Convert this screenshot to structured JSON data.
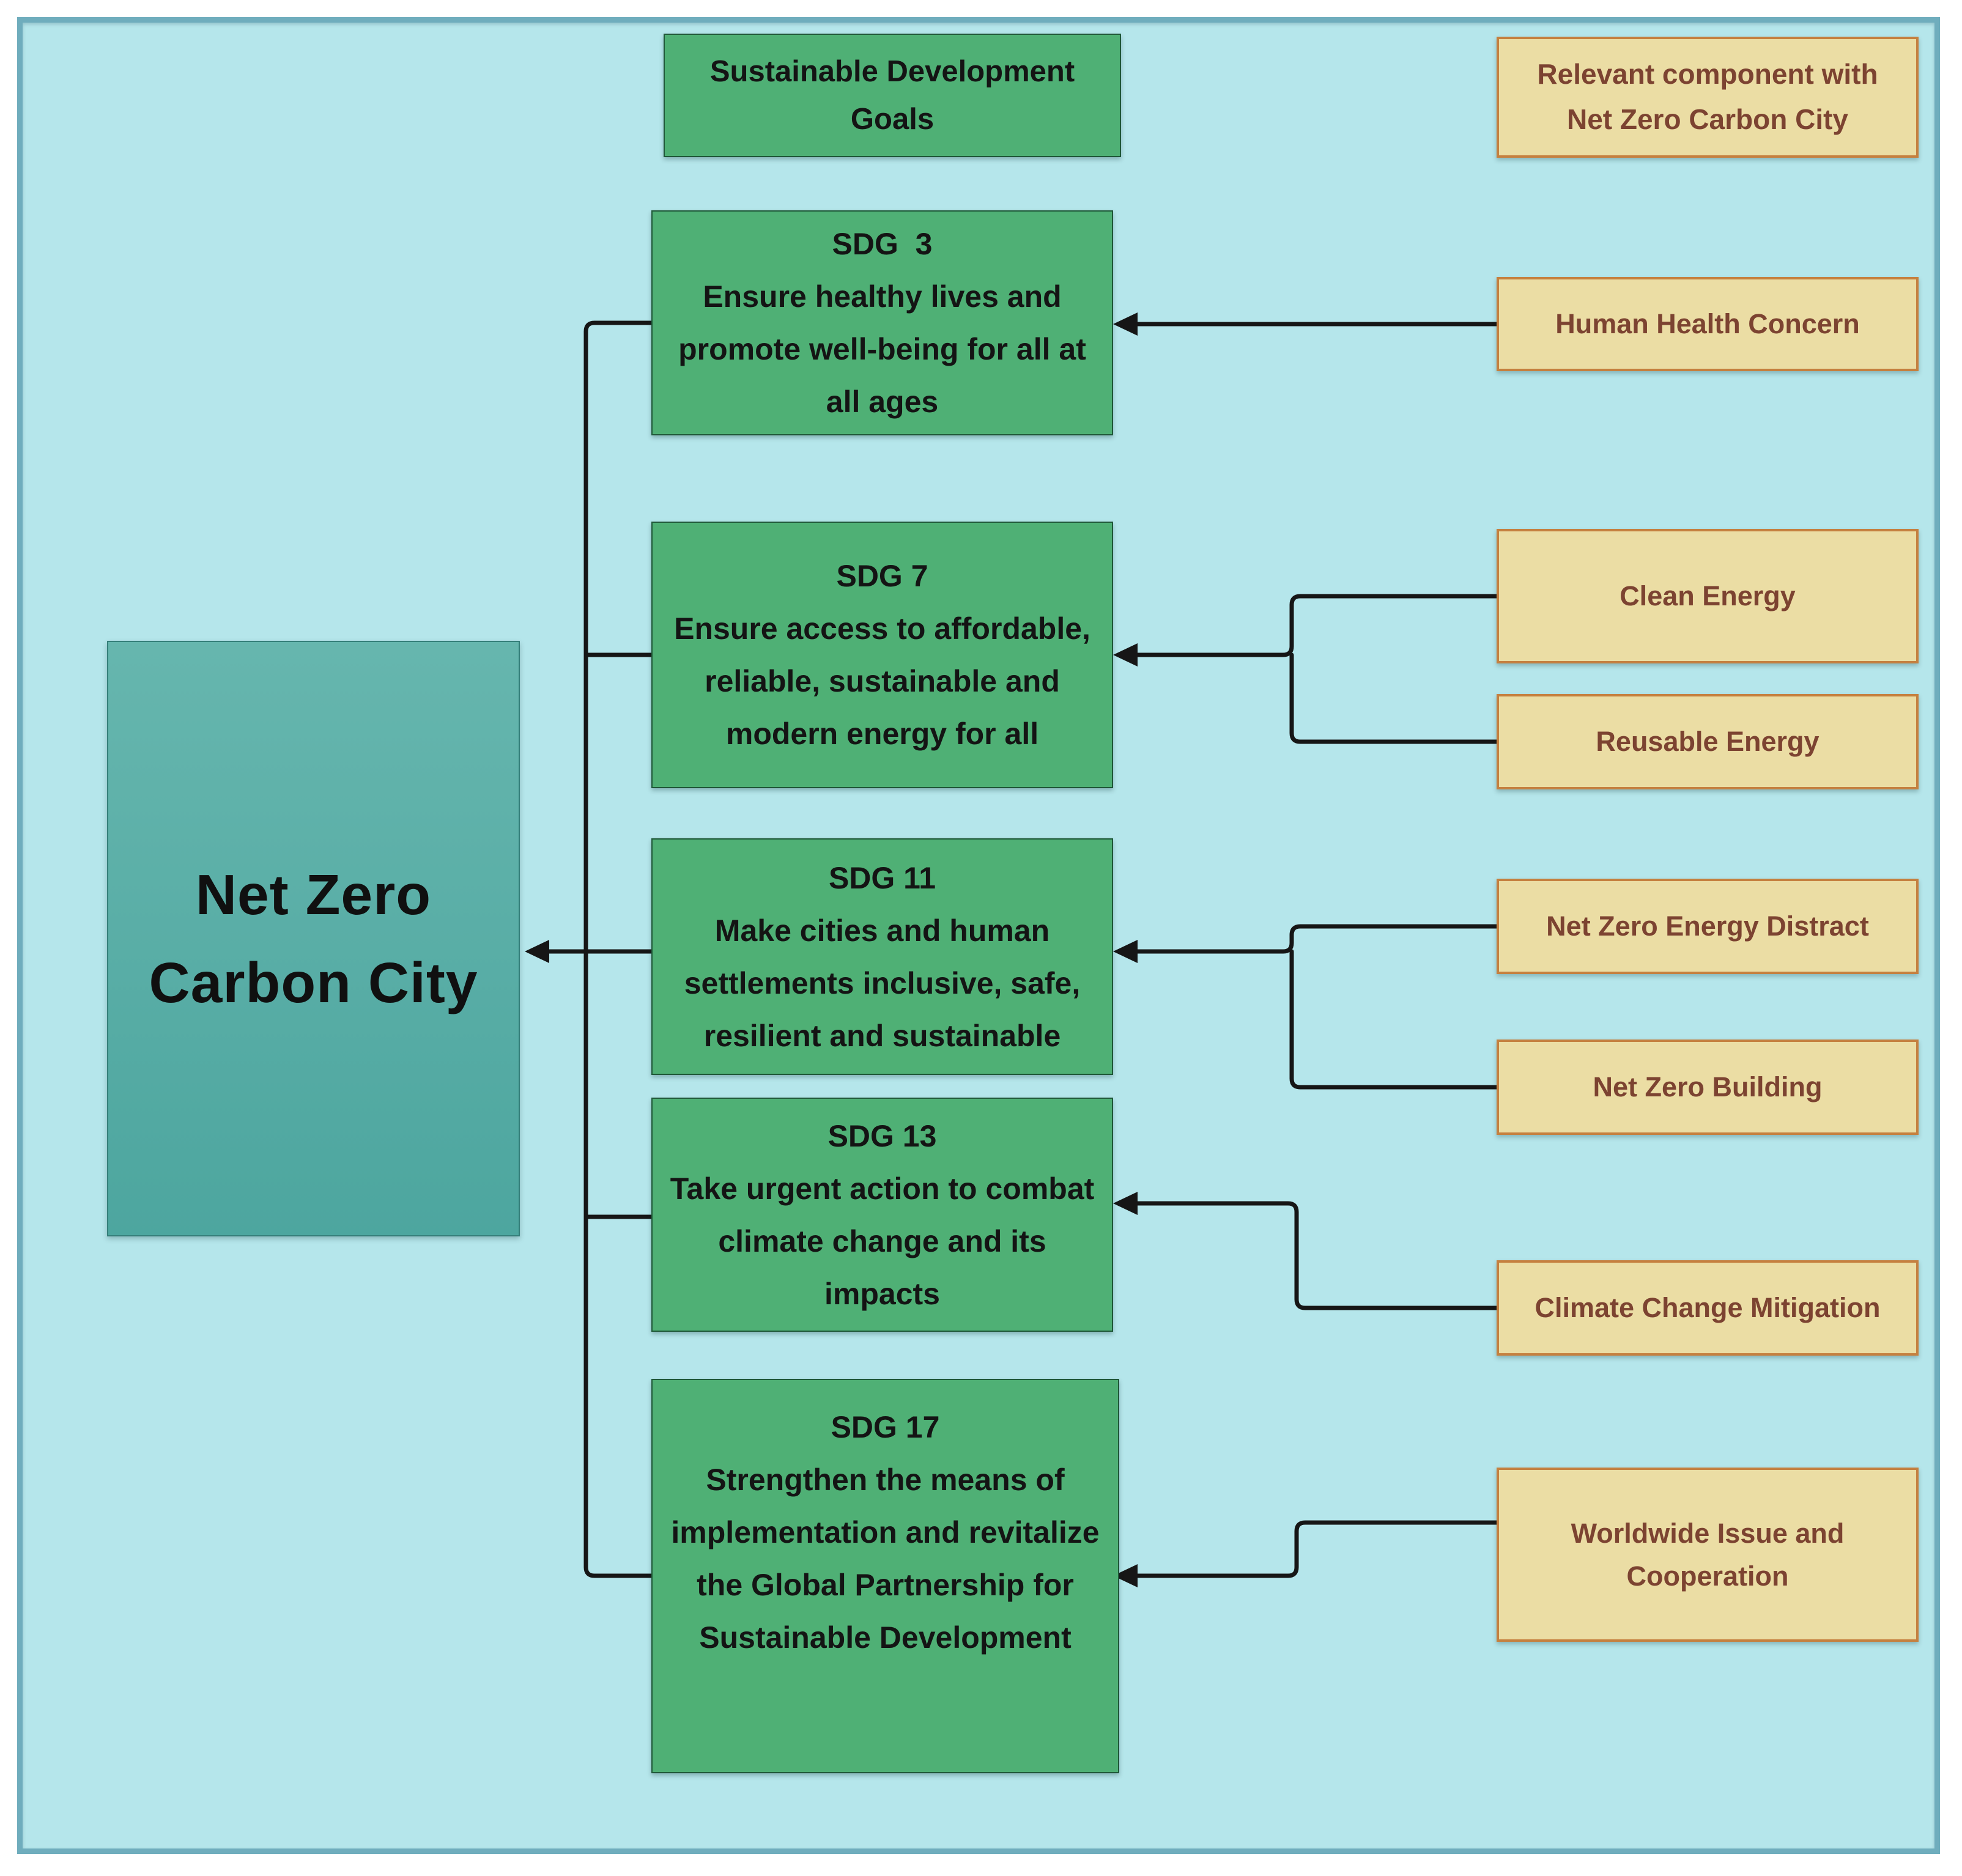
{
  "canvas": {
    "background_color": "#b5e6eb",
    "frame_border_color": "#6fadbd",
    "margin_color": "#ffffff",
    "connector_color": "#161616"
  },
  "root_node": {
    "label": "Net Zero Carbon City",
    "fill_top": "#66b6ae",
    "fill_bottom": "#4da69f",
    "border_color": "#357f7a",
    "text_color": "#101010"
  },
  "headers": {
    "sdg_column": "Sustainable Development Goals",
    "component_column": "Relevant component with Net Zero Carbon City"
  },
  "sdg_nodes": [
    {
      "title": "SDG  3",
      "description": "Ensure healthy lives and promote well-being for all at all ages"
    },
    {
      "title": "SDG 7",
      "description": "Ensure access to affordable, reliable, sustainable and modern energy for all"
    },
    {
      "title": "SDG 11",
      "description": "Make cities and human settlements inclusive, safe, resilient and sustainable"
    },
    {
      "title": "SDG 13",
      "description": "Take urgent action to combat climate change and its impacts"
    },
    {
      "title": "SDG 17",
      "description": "Strengthen the means of implementation and revitalize the Global Partnership for Sustainable Development"
    }
  ],
  "component_nodes": [
    {
      "label": "Human Health Concern",
      "target": "SDG 3"
    },
    {
      "label": "Clean Energy",
      "target": "SDG 7"
    },
    {
      "label": "Reusable Energy",
      "target": "SDG 7"
    },
    {
      "label": "Net Zero Energy Distract",
      "target": "SDG 11"
    },
    {
      "label": "Net Zero Building",
      "target": "SDG 11"
    },
    {
      "label": "Climate Change Mitigation",
      "target": "SDG 13"
    },
    {
      "label": "Worldwide Issue and Cooperation",
      "target": "SDG 17"
    }
  ],
  "node_styles": {
    "sdg_fill": "#4fb075",
    "sdg_border": "#1f5838",
    "sdg_text": "#141414",
    "component_fill": "#ebdda4",
    "component_border": "#c5803f",
    "component_text": "#7c4331"
  }
}
